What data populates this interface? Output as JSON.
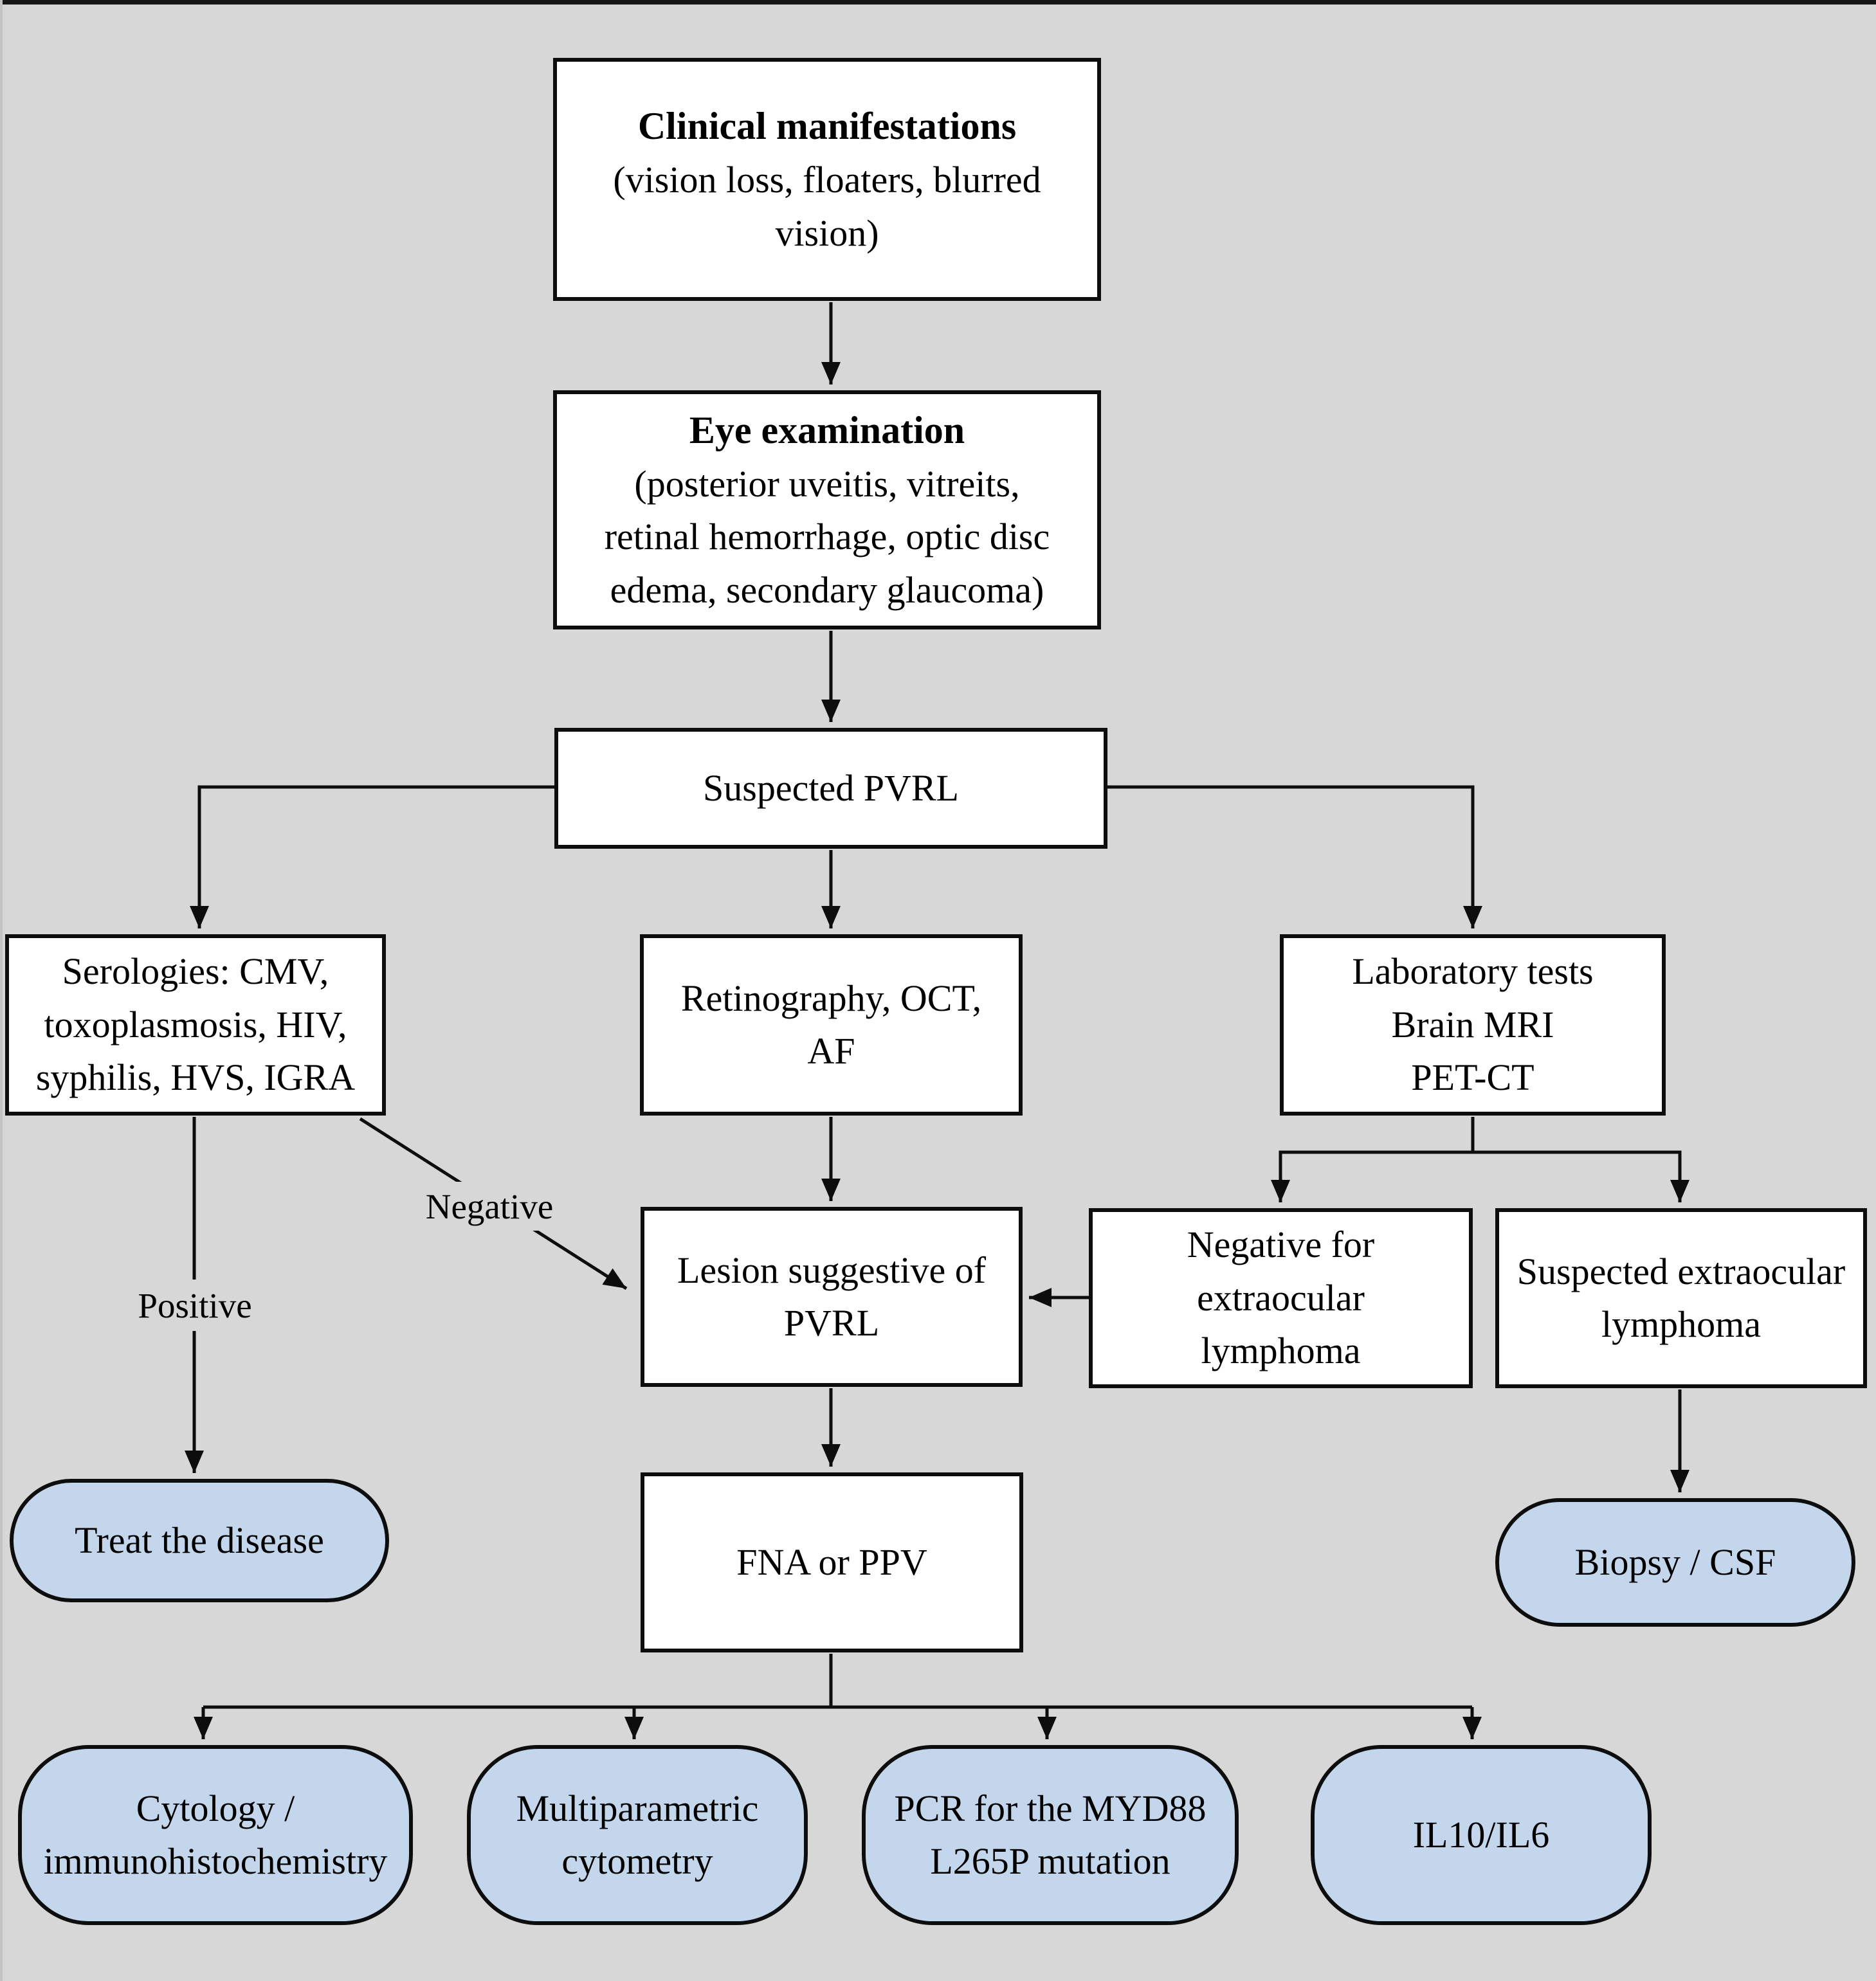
{
  "diagram": {
    "colors": {
      "background": "#d7d7d7",
      "node_fill": "#ffffff",
      "terminal_fill": "#c3d6ec",
      "line_color": "#0d0d0d"
    },
    "nodes": {
      "clinical": {
        "lines": [
          "Clinical manifestations",
          "(vision loss, floaters, blurred",
          "vision)"
        ]
      },
      "eye": {
        "lines": [
          "Eye examination",
          "(posterior uveitis, vitreits,",
          "retinal hemorrhage, optic disc",
          "edema, secondary glaucoma)"
        ]
      },
      "suspected": {
        "lines": [
          "Suspected PVRL"
        ]
      },
      "serologies": {
        "lines": [
          "Serologies: CMV,",
          "toxoplasmosis, HIV,",
          "syphilis, HVS, IGRA"
        ]
      },
      "retinography": {
        "lines": [
          "Retinography, OCT,",
          "AF"
        ]
      },
      "laboratory": {
        "lines": [
          "Laboratory tests",
          "Brain MRI",
          "PET-CT"
        ]
      },
      "lesion": {
        "lines": [
          "Lesion suggestive of",
          "PVRL"
        ]
      },
      "negative_extraocular": {
        "lines": [
          "Negative for",
          "extraocular",
          "lymphoma"
        ]
      },
      "suspected_extraocular": {
        "lines": [
          "Suspected extraocular",
          "lymphoma"
        ]
      },
      "fna": {
        "lines": [
          "FNA or PPV"
        ]
      },
      "treat": {
        "lines": [
          "Treat the disease"
        ]
      },
      "biopsy": {
        "lines": [
          "Biopsy / CSF"
        ]
      },
      "cytology": {
        "lines": [
          "Cytology /",
          "immunohistochemistry"
        ]
      },
      "cytometry": {
        "lines": [
          "Multiparametric",
          "cytometry"
        ]
      },
      "pcr": {
        "lines": [
          "PCR for the MYD88",
          "L265P mutation"
        ]
      },
      "il10": {
        "lines": [
          "IL10/IL6"
        ]
      }
    },
    "edge_labels": {
      "negative": "Negative",
      "positive": "Positive"
    }
  }
}
